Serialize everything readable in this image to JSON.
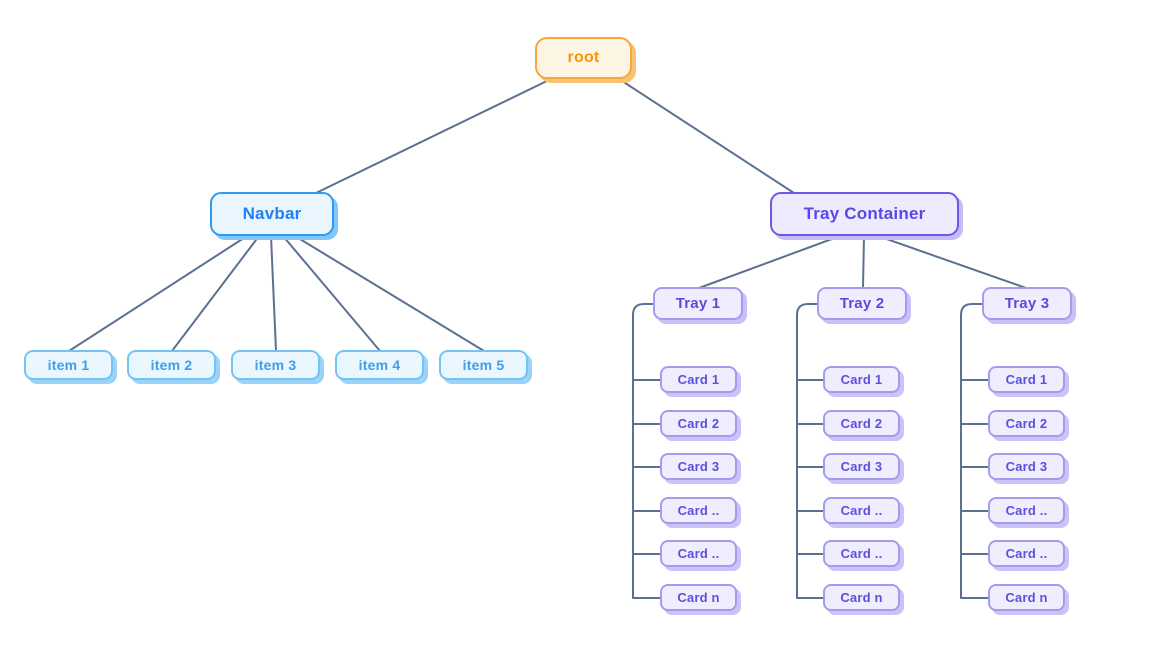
{
  "diagram": {
    "root": {
      "label": "root"
    },
    "navbar": {
      "label": "Navbar",
      "items": [
        "item 1",
        "item 2",
        "item 3",
        "item 4",
        "item 5"
      ]
    },
    "tray_container": {
      "label": "Tray Container"
    },
    "trays": [
      {
        "label": "Tray 1",
        "cards": [
          "Card 1",
          "Card 2",
          "Card 3",
          "Card ..",
          "Card ..",
          "Card n"
        ]
      },
      {
        "label": "Tray 2",
        "cards": [
          "Card 1",
          "Card 2",
          "Card 3",
          "Card ..",
          "Card ..",
          "Card n"
        ]
      },
      {
        "label": "Tray 3",
        "cards": [
          "Card 1",
          "Card 2",
          "Card 3",
          "Card ..",
          "Card ..",
          "Card n"
        ]
      }
    ],
    "colors": {
      "connector": "#5C7191",
      "root": {
        "bg": "#FDF5E3",
        "border": "#F3A93C",
        "text": "#F5980E",
        "shadow": "#F8C474"
      },
      "navbar": {
        "bg": "#E9F6FE",
        "border": "#2E9BF0",
        "text": "#2380F2",
        "shadow": "#7FC8F7"
      },
      "item": {
        "bg": "#EAF7FE",
        "border": "#74C3F4",
        "text": "#3E9EEB",
        "shadow": "#99D3F8"
      },
      "tray_container": {
        "bg": "#EDEBFD",
        "border": "#6A5AE8",
        "text": "#5A48E5",
        "shadow": "#C3BCF7"
      },
      "tray": {
        "bg": "#EFEDFE",
        "border": "#A49BEF",
        "text": "#5B4BDC",
        "shadow": "#C7C1F7"
      },
      "card": {
        "bg": "#F0EEFE",
        "border": "#A49BEF",
        "text": "#5B50DA",
        "shadow": "#C9C3F7"
      }
    }
  }
}
